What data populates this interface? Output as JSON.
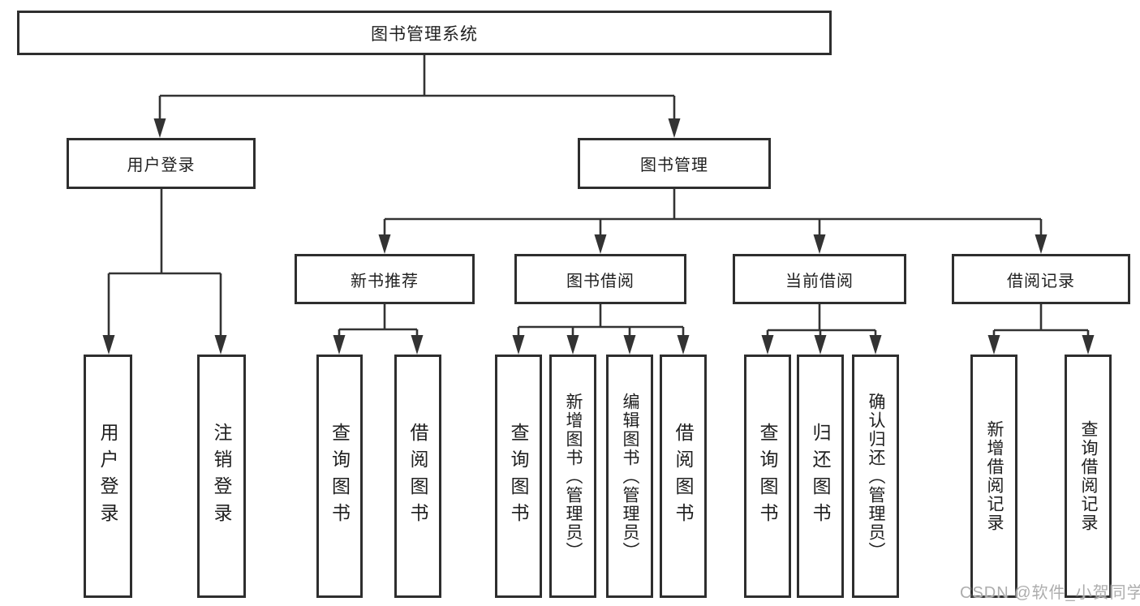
{
  "diagram": {
    "root": "图书管理系统",
    "level2": [
      "用户登录",
      "图书管理"
    ],
    "user_login_children": [
      "用户登录",
      "注销登录"
    ],
    "level3": [
      "新书推荐",
      "图书借阅",
      "当前借阅",
      "借阅记录"
    ],
    "new_book_children": [
      "查询图书",
      "借阅图书"
    ],
    "book_borrow_children": [
      "查询图书",
      "新增图书（管理员）",
      "编辑图书（管理员）",
      "借阅图书"
    ],
    "current_borrow_children": [
      "查询图书",
      "归还图书",
      "确认归还（管理员）"
    ],
    "borrow_record_children": [
      "新增借阅记录",
      "查询借阅记录"
    ]
  },
  "watermark": "CSDN @软件_小贺同学",
  "colors": {
    "line": "#333333",
    "box_border": "#2e2e2e",
    "box_fill": "#ffffff",
    "text": "#1f1f1f",
    "watermark": "#adadad",
    "background": "#ffffff"
  }
}
